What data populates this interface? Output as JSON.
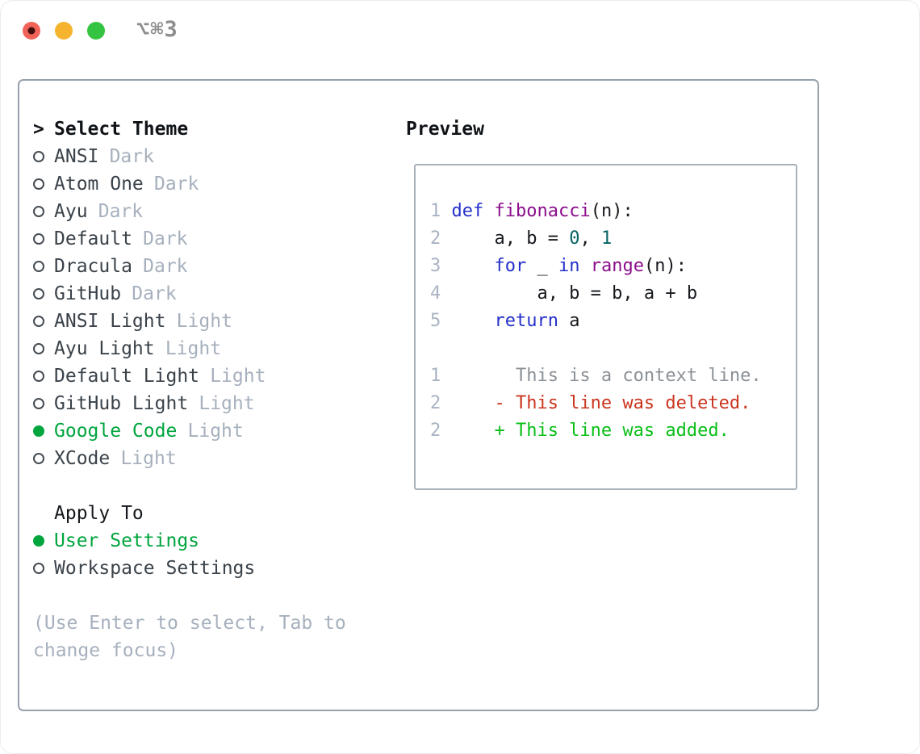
{
  "window": {
    "title": "⌥⌘3",
    "traffic_lights": [
      "close",
      "minimize",
      "zoom"
    ]
  },
  "colors": {
    "accent_green": "#00a53e",
    "muted": "#a6b0bd",
    "text_dark": "#3a424a",
    "border": "#96a0ab",
    "border_light": "#a9b2bb",
    "title_gray": "#8e8e8e",
    "tl_red": "#f2635a",
    "tl_yellow": "#f6b42e",
    "tl_green": "#35c442",
    "tl_red_dot": "#43100d",
    "kw": "#2430c8",
    "typ": "#8b0d8b",
    "lit": "#056464",
    "pln": "#16191d",
    "ctx": "#8b9197",
    "gutter": "#a9b3c2",
    "diff_red": "#cb3520",
    "diff_green": "#0abf18"
  },
  "menu": {
    "header": {
      "prompt": ">",
      "label": "Select Theme"
    },
    "themes": [
      {
        "name": "ANSI",
        "variant": "Dark",
        "selected": false
      },
      {
        "name": "Atom One",
        "variant": "Dark",
        "selected": false
      },
      {
        "name": "Ayu",
        "variant": "Dark",
        "selected": false
      },
      {
        "name": "Default",
        "variant": "Dark",
        "selected": false
      },
      {
        "name": "Dracula",
        "variant": "Dark",
        "selected": false
      },
      {
        "name": "GitHub",
        "variant": "Dark",
        "selected": false
      },
      {
        "name": "ANSI Light",
        "variant": "Light",
        "selected": false
      },
      {
        "name": "Ayu Light",
        "variant": "Light",
        "selected": false
      },
      {
        "name": "Default Light",
        "variant": "Light",
        "selected": false
      },
      {
        "name": "GitHub Light",
        "variant": "Light",
        "selected": false
      },
      {
        "name": "Google Code",
        "variant": "Light",
        "selected": true
      },
      {
        "name": "XCode",
        "variant": "Light",
        "selected": false
      }
    ],
    "apply_to": {
      "label": "Apply To",
      "options": [
        {
          "name": "User Settings",
          "selected": true
        },
        {
          "name": "Workspace Settings",
          "selected": false
        }
      ]
    },
    "hint_lines": [
      "(Use Enter to select, Tab to",
      "change focus)"
    ]
  },
  "preview": {
    "label": "Preview",
    "code_lines": [
      {
        "num": "1",
        "tokens": [
          {
            "t": "def",
            "c": "kw"
          },
          {
            "t": " ",
            "c": "pln"
          },
          {
            "t": "fibonacci",
            "c": "typ"
          },
          {
            "t": "(n):",
            "c": "pln"
          }
        ]
      },
      {
        "num": "2",
        "tokens": [
          {
            "t": "    a, b = ",
            "c": "pln"
          },
          {
            "t": "0",
            "c": "lit"
          },
          {
            "t": ", ",
            "c": "pln"
          },
          {
            "t": "1",
            "c": "lit"
          }
        ]
      },
      {
        "num": "3",
        "tokens": [
          {
            "t": "    ",
            "c": "pln"
          },
          {
            "t": "for",
            "c": "kw"
          },
          {
            "t": " _ ",
            "c": "pln"
          },
          {
            "t": "in",
            "c": "kw"
          },
          {
            "t": " ",
            "c": "pln"
          },
          {
            "t": "range",
            "c": "typ"
          },
          {
            "t": "(n):",
            "c": "pln"
          }
        ]
      },
      {
        "num": "4",
        "tokens": [
          {
            "t": "        a, b = b, a + b",
            "c": "pln"
          }
        ]
      },
      {
        "num": "5",
        "tokens": [
          {
            "t": "    ",
            "c": "pln"
          },
          {
            "t": "return",
            "c": "kw"
          },
          {
            "t": " a",
            "c": "pln"
          }
        ]
      }
    ],
    "diff_lines": [
      {
        "num": "1",
        "tokens": [
          {
            "t": "      This is a context line.",
            "c": "ctx"
          }
        ]
      },
      {
        "num": "2",
        "tokens": [
          {
            "t": "    ",
            "c": "pln"
          },
          {
            "t": "- This line was deleted.",
            "c": "del"
          }
        ]
      },
      {
        "num": "2",
        "tokens": [
          {
            "t": "    ",
            "c": "pln"
          },
          {
            "t": "+ This line was added.",
            "c": "add"
          }
        ]
      }
    ]
  }
}
